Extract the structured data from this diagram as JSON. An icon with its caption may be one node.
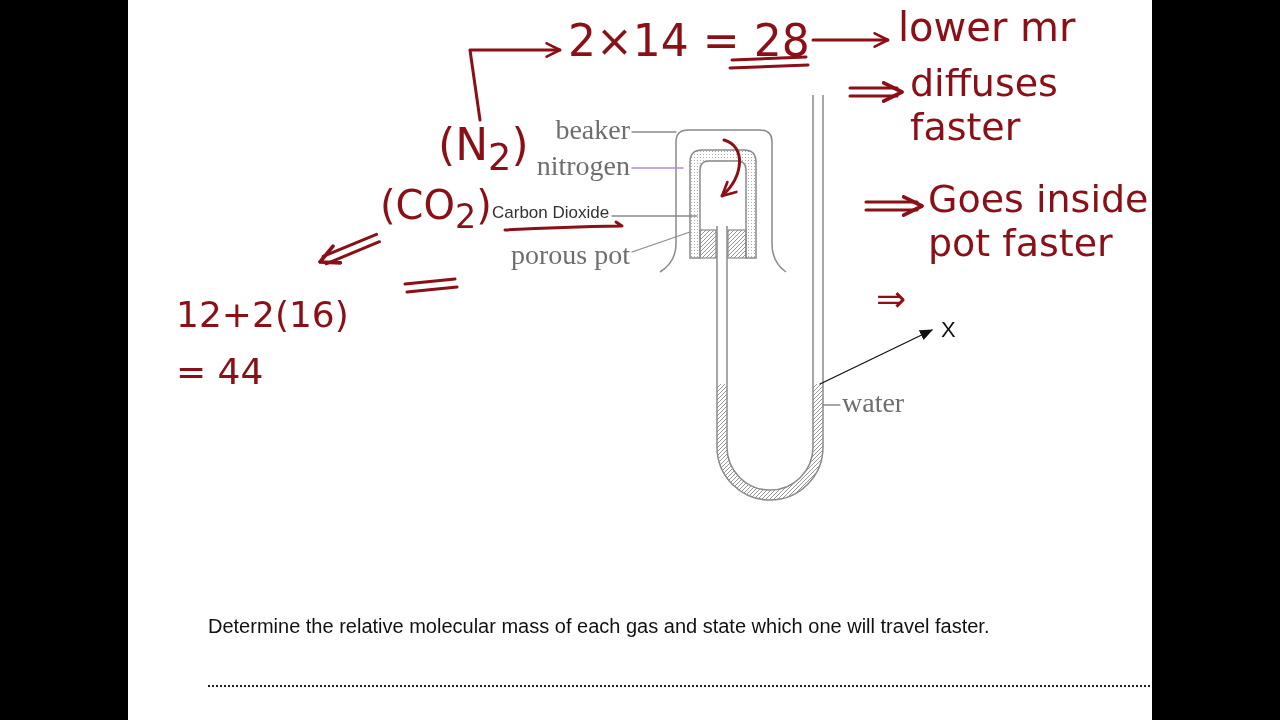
{
  "diagram": {
    "caption": "Determine the relative molecular mass of each gas and state which one will travel faster.",
    "nodes": [
      {
        "text": [
          "2×14 = 28"
        ]
      },
      {
        "text": [
          "lower mr"
        ]
      },
      {
        "text": [
          "diffuses faster"
        ]
      },
      {
        "text": [
          "Goes inside pot faster"
        ]
      },
      {
        "text": [
          "(N$_{2}$)"
        ]
      },
      {
        "text": [
          "(CO$_{2}$)"
        ]
      },
      {
        "text": [
          "12+2(16) = 44"
        ]
      },
      {
        "text": [
          "beaker"
        ]
      },
      {
        "text": [
          "nitrogen"
        ]
      },
      {
        "text": [
          "Carbon Dioxide"
        ]
      },
      {
        "text": [
          "porous pot"
        ]
      },
      {
        "text": [
          "X"
        ]
      },
      {
        "text": [
          "water"
        ]
      },
      {
        "text": [],
        "shape": "picture"
      },
      {
        "text": [],
        "shape": "picture",
        "in": 13
      },
      {
        "text": [],
        "shape": "picture"
      }
    ],
    "edges": [
      {
        "from": 4,
        "to": 0,
        "arrow": "to",
        "color": "#8b0f16"
      },
      {
        "from": 0,
        "to": 1,
        "arrow": "to",
        "color": "#8b0f16"
      },
      {
        "from": null,
        "to": 2,
        "arrow": "to",
        "color": "#8b0f16"
      },
      {
        "from": null,
        "to": 3,
        "arrow": "to",
        "color": "#8b0f16"
      },
      {
        "from": 5,
        "to": 6,
        "arrow": "to",
        "color": "#8b0f16"
      },
      {
        "from": 7,
        "to": 13,
        "arrow": "none",
        "color": "#8a8a8a"
      },
      {
        "from": 8,
        "to": 13,
        "arrow": "none",
        "color": "#b58bd6"
      },
      {
        "from": 9,
        "to": 14,
        "arrow": "none",
        "color": "#8a8a8a"
      },
      {
        "from": 10,
        "to": 14,
        "arrow": "none",
        "color": "#8a8a8a"
      },
      {
        "from": 12,
        "to": 15,
        "arrow": "none",
        "color": "#8a8a8a"
      },
      {
        "from": 15,
        "to": 11,
        "arrow": "to",
        "color": "#111111"
      },
      {
        "from": 13,
        "to": 14,
        "arrow": "to",
        "color": "#8b0f16"
      }
    ],
    "labels": [
      "⇒"
    ]
  }
}
